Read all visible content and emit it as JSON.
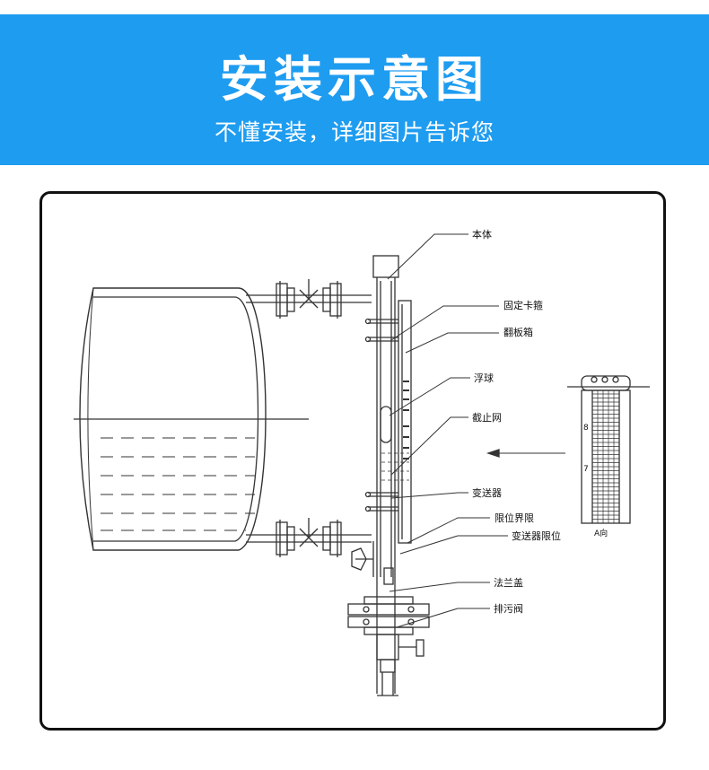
{
  "header": {
    "title": "安装示意图",
    "subtitle": "不懂安装，详细图片告诉您",
    "background_color": "#1e9cf0"
  },
  "diagram": {
    "labels": {
      "body": "本体",
      "clamp_box": "固定卡箍",
      "flap_box": "翻板箱",
      "float": "浮球",
      "stop_mesh": "截止网",
      "transmitter": "变送器",
      "limit_switch": "限位界限",
      "transmitter_limit": "变送器限位",
      "flange_cover": "法兰盖",
      "drain_valve": "排污阀",
      "view_a": "A向"
    },
    "scale_numbers": [
      "8",
      "7"
    ]
  }
}
